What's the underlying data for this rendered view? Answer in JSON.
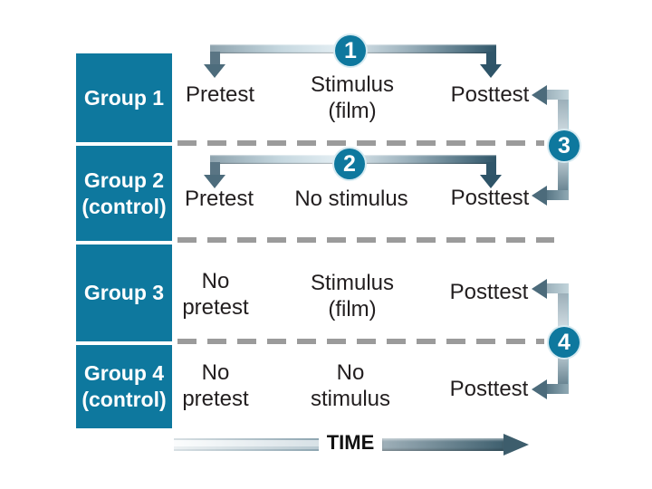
{
  "colors": {
    "teal": "#0e789e",
    "dash_gray": "#9b9b9b",
    "arrow_dark": "#3d5d6c",
    "arrow_light": "#c6d8e0",
    "text_dark": "#221e1f"
  },
  "markers": {
    "m1": "1",
    "m2": "2",
    "m3": "3",
    "m4": "4"
  },
  "time_label": "TIME",
  "groups": [
    {
      "label": [
        "Group 1"
      ],
      "col1": [
        "Pretest"
      ],
      "col2": [
        "Stimulus",
        "(film)"
      ],
      "col3": [
        "Posttest"
      ]
    },
    {
      "label": [
        "Group 2",
        "(control)"
      ],
      "col1": [
        "Pretest"
      ],
      "col2": [
        "No stimulus"
      ],
      "col3": [
        "Posttest"
      ]
    },
    {
      "label": [
        "Group 3"
      ],
      "col1": [
        "No",
        "pretest"
      ],
      "col2": [
        "Stimulus",
        "(film)"
      ],
      "col3": [
        "Posttest"
      ]
    },
    {
      "label": [
        "Group 4",
        "(control)"
      ],
      "col1": [
        "No",
        "pretest"
      ],
      "col2": [
        "No",
        "stimulus"
      ],
      "col3": [
        "Posttest"
      ]
    }
  ]
}
